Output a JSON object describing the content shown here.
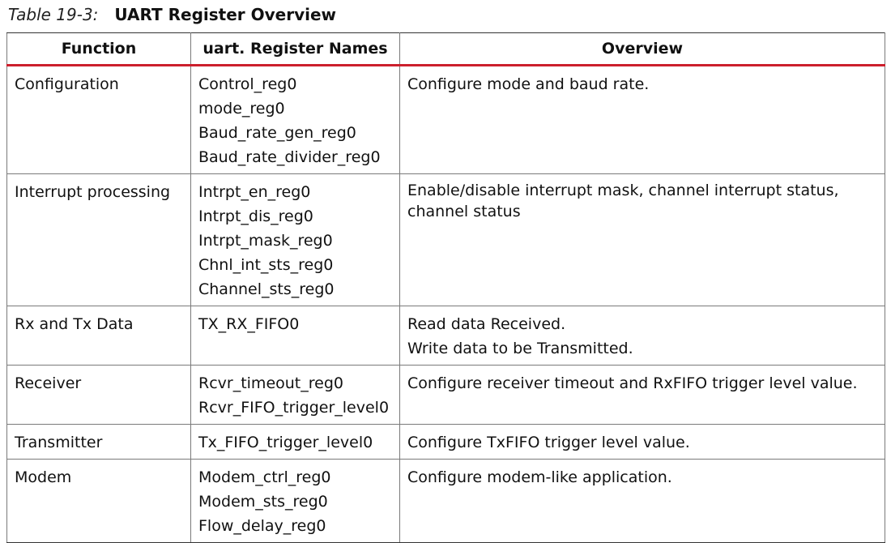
{
  "caption": {
    "label": "Table 19-3:",
    "title": "UART Register Overview"
  },
  "table": {
    "headers": [
      "Function",
      "uart. Register Names",
      "Overview"
    ],
    "rows": [
      {
        "function": "Configuration",
        "registers": [
          "Control_reg0",
          "mode_reg0",
          "Baud_rate_gen_reg0",
          "Baud_rate_divider_reg0"
        ],
        "overview": [
          "Configure mode and baud rate."
        ]
      },
      {
        "function": "Interrupt processing",
        "registers": [
          "Intrpt_en_reg0",
          "Intrpt_dis_reg0",
          "Intrpt_mask_reg0",
          "Chnl_int_sts_reg0",
          "Channel_sts_reg0"
        ],
        "overview": [
          "Enable/disable interrupt mask, channel interrupt status, channel status"
        ]
      },
      {
        "function": "Rx and Tx Data",
        "registers": [
          "TX_RX_FIFO0"
        ],
        "overview": [
          "Read data Received.",
          "Write data to be Transmitted."
        ]
      },
      {
        "function": "Receiver",
        "registers": [
          "Rcvr_timeout_reg0",
          "Rcvr_FIFO_trigger_level0"
        ],
        "overview": [
          "Configure receiver timeout and RxFIFO trigger level value."
        ]
      },
      {
        "function": "Transmitter",
        "registers": [
          "Tx_FIFO_trigger_level0"
        ],
        "overview": [
          "Configure TxFIFO trigger level value."
        ]
      },
      {
        "function": "Modem",
        "registers": [
          "Modem_ctrl_reg0",
          "Modem_sts_reg0",
          "Flow_delay_reg0"
        ],
        "overview": [
          "Configure modem-like application."
        ]
      }
    ]
  },
  "colors": {
    "header_rule": "#cc1f2d",
    "border": "#7a7a7a"
  }
}
